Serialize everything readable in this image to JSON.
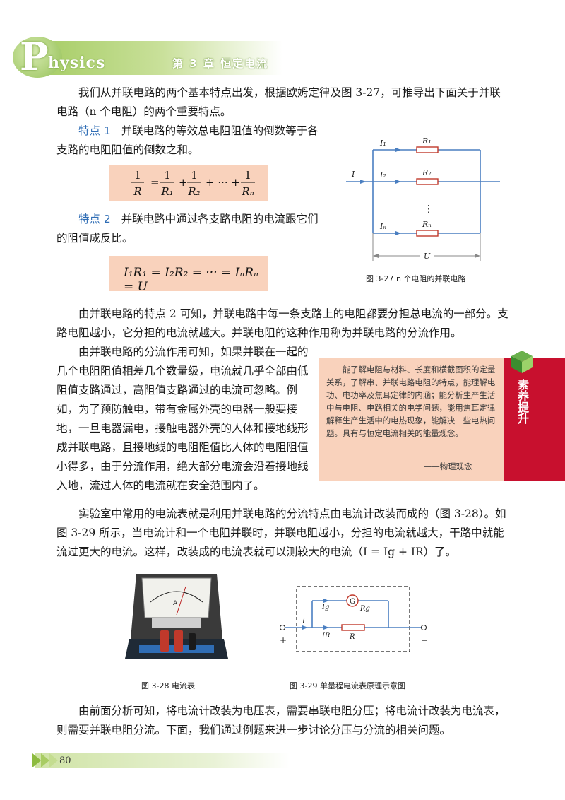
{
  "header": {
    "logo_P": "P",
    "logo_rest": "hysics",
    "chapter": "第 3 章 恒定电流"
  },
  "body": {
    "para1": "我们从并联电路的两个基本特点出发，根据欧姆定律及图 3-27，可推导出下面关于并联电路（n 个电阻）的两个重要特点。",
    "feature1_label": "特点 1",
    "feature1_text": "并联电路的等效总电阻阻值的倒数等于各支路的电阻阻值的倒数之和。",
    "feature2_label": "特点 2",
    "feature2_text": "并联电路中通过各支路电阻的电流跟它们的阻值成反比。",
    "para2": "由并联电路的特点 2 可知，并联电路中每一条支路上的电阻都要分担总电流的一部分。支路电阻越小，它分担的电流就越大。并联电阻的这种作用称为并联电路的分流作用。",
    "para3": "由并联电路的分流作用可知，如果并联在一起的几个电阻阻值相差几个数量级，电流就几乎全部由低阻值支路通过，高阻值支路通过的电流可忽略。例如，为了预防触电，带有金属外壳的电器一般要接地，一旦电器漏电，接触电器外壳的人体和接地线形成并联电路，且接地线的电阻阻值比人体的电阻阻值小得多，由于分流作用，绝大部分电流会沿着接地线入地，流过人体的电流就在安全范围内了。",
    "para4": "实验室中常用的电流表就是利用并联电路的分流特点由电流计改装而成的（图 3-28）。如图 3-29 所示，当电流计和一个电阻并联时，并联电阻越小，分担的电流就越大，干路中就能流过更大的电流。这样，改装成的电流表就可以测较大的电流（I = Ig + IR）了。",
    "para5": "由前面分析可知，将电流计改装为电压表，需要串联电阻分压；将电流计改装为电流表，则需要并联电阻分流。下面，我们通过例题来进一步讨论分压与分流的相关问题。"
  },
  "formula1": {
    "lhs_num": "1",
    "lhs_den": "R",
    "eq": "=",
    "t1_num": "1",
    "t1_den": "R₁",
    "t2_num": "1",
    "t2_den": "R₂",
    "dots": "+ ··· +",
    "tn_num": "1",
    "tn_den": "Rₙ"
  },
  "formula2": "I₁R₁ = I₂R₂ = ··· = IₙRₙ = U",
  "fig327": {
    "caption": "图 3-27   n 个电阻的并联电路",
    "I": "I",
    "I1": "I₁",
    "I2": "I₂",
    "In": "Iₙ",
    "R1": "R₁",
    "R2": "R₂",
    "Rn": "Rₙ",
    "vdots": "⋮",
    "U": "U"
  },
  "fig328": {
    "caption": "图 3-28   电流表"
  },
  "fig329": {
    "caption": "图 3-29   单量程电流表原理示意图",
    "Ig": "Ig",
    "IR": "IR",
    "I": "I",
    "G": "G",
    "Rg": "Rg",
    "R": "R",
    "plus": "+",
    "minus": "−"
  },
  "sidebox": {
    "text": "能了解电阻与材料、长度和横截面积的定量关系，了解串、并联电路电阻的特点，能理解电功、电功率及焦耳定律的内涵；能分析生产生活中与电阻、电路相关的电学问题，能用焦耳定律解释生产生活中的电热现象，能解决一些电热问题。具有与恒定电流相关的能量观念。",
    "signature": "——物理观念",
    "tab": "素养提升"
  },
  "footer": {
    "page": "80"
  }
}
